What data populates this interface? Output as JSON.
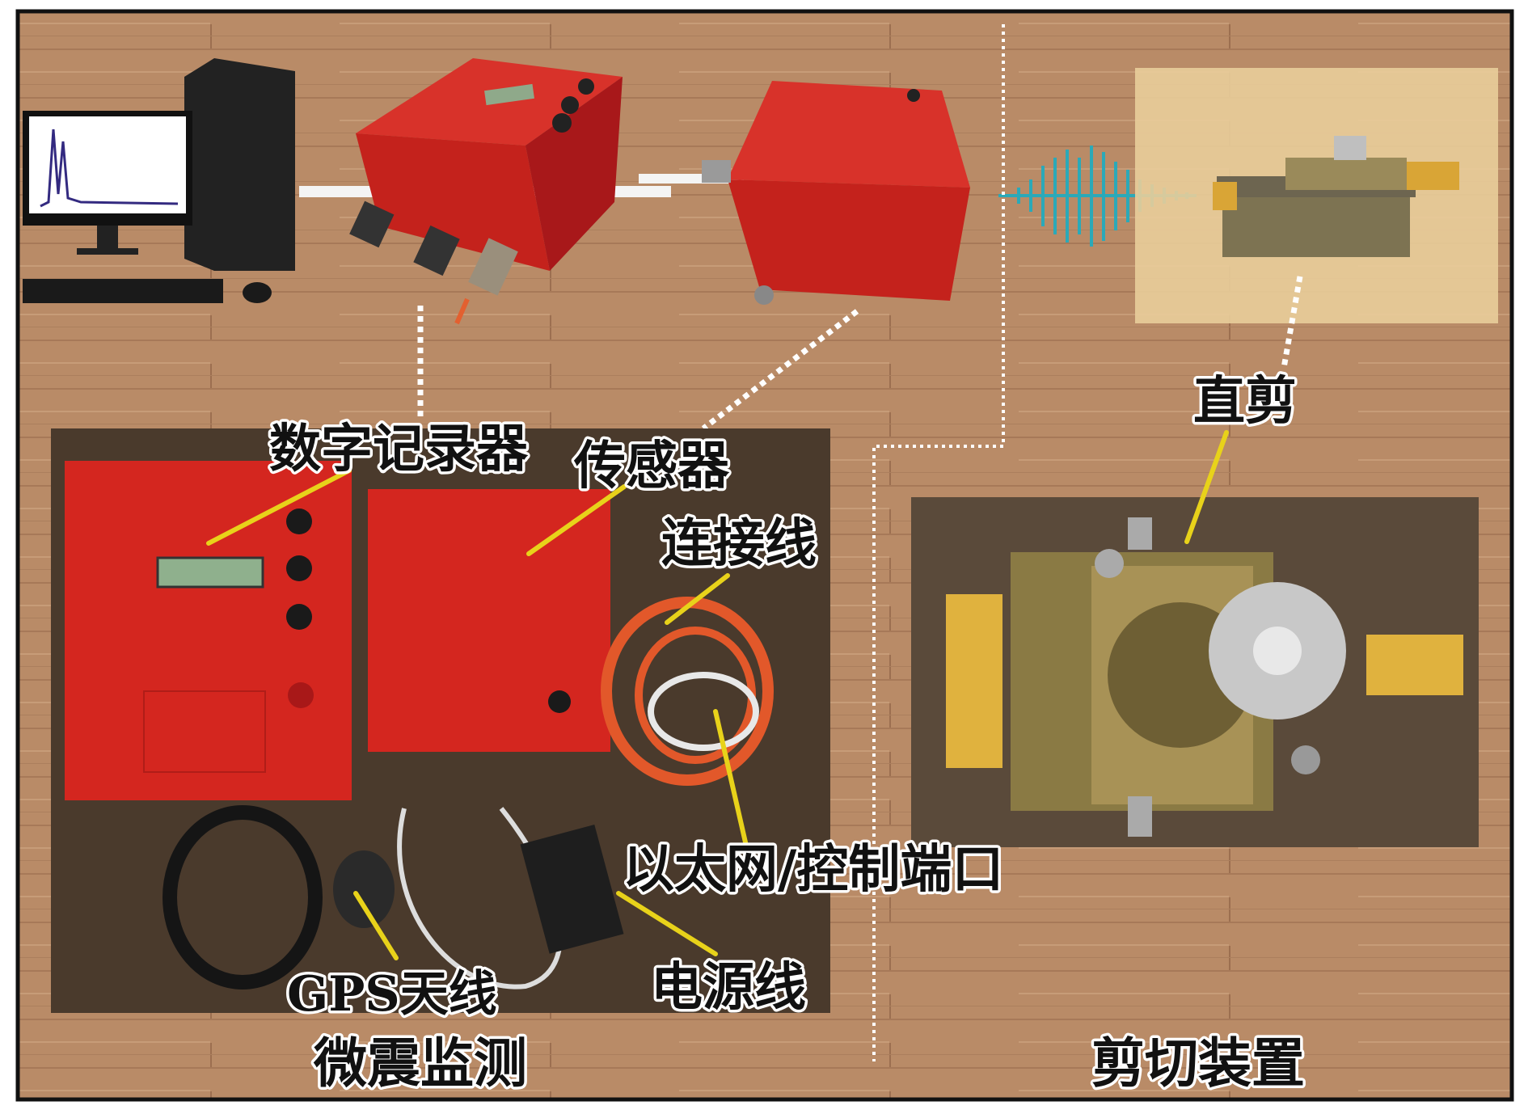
{
  "figure": {
    "left_section_title": "微震监测",
    "right_section_title": "剪切装置",
    "labels": {
      "digital_recorder": "数字记录器",
      "sensor": "传感器",
      "connection_cable": "连接线",
      "ethernet_control_port": "以太网/控制端口",
      "power_cable": "电源线",
      "gps_antenna": "GPS天线",
      "direct_shear": "直剪"
    },
    "colors": {
      "wood_background": "#b88a66",
      "device_red": "#d42a22",
      "leader_yellow": "#e8d21a",
      "waveform_teal": "#2ba9b8",
      "brass": "#b39a4a"
    }
  }
}
